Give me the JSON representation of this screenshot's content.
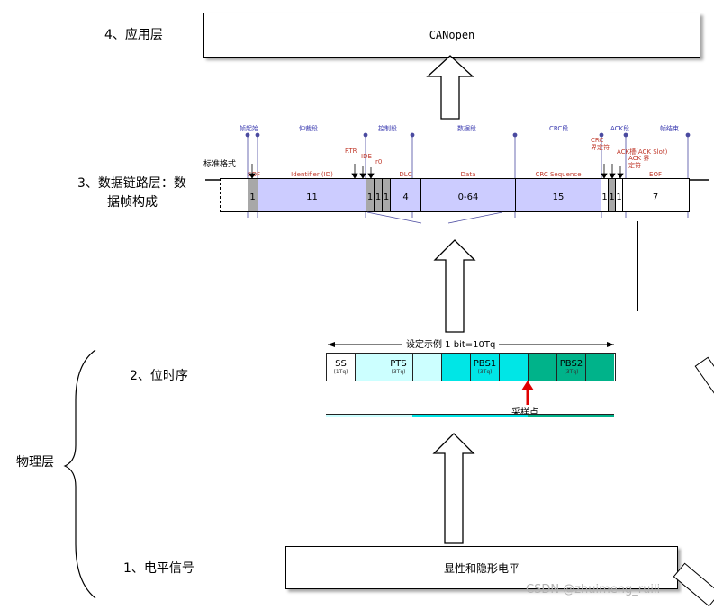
{
  "layers": {
    "application": "4、应用层",
    "datalink_line1": "3、数据链路层：数",
    "datalink_line2": "据帧构成",
    "bit_timing": "2、位时序",
    "physical": "物理层",
    "electrical": "1、电平信号"
  },
  "boxes": {
    "canopen": "CANopen",
    "levels": "显性和隐形电平"
  },
  "frame": {
    "standard_format_label": "标准格式",
    "segment_headers": [
      "帧起始",
      "仲裁段",
      "控制段",
      "数据段",
      "CRC段",
      "ACK段",
      "帧结束"
    ],
    "sub_labels": {
      "rtr": "RTR",
      "ide": "IDE",
      "r0": "r0",
      "crc_delim": "CRC 界定符",
      "ack_slot": "ACK槽(ACK Slot)",
      "ack_delim": "ACK 界定符"
    },
    "fields": [
      {
        "name": "SOF",
        "bits": "1"
      },
      {
        "name": "Identifier (ID)",
        "bits": "11"
      },
      {
        "name": "",
        "bits": "1"
      },
      {
        "name": "",
        "bits": "1"
      },
      {
        "name": "",
        "bits": "1"
      },
      {
        "name": "DLC",
        "bits": "4"
      },
      {
        "name": "Data",
        "bits": "0-64"
      },
      {
        "name": "CRC Sequence",
        "bits": "15"
      },
      {
        "name": "",
        "bits": "1"
      },
      {
        "name": "",
        "bits": "1"
      },
      {
        "name": "",
        "bits": "1"
      },
      {
        "name": "EOF",
        "bits": "7"
      }
    ]
  },
  "bit_timing": {
    "title": "设定示例 1 bit=10Tq",
    "segments": [
      {
        "name": "SS",
        "sub": "(1Tq)"
      },
      {
        "name": "PTS",
        "sub": "(3Tq)"
      },
      {
        "name": "PBS1",
        "sub": "(3Tq)"
      },
      {
        "name": "PBS2",
        "sub": "(3Tq)"
      }
    ],
    "sample_point": "采样点"
  },
  "watermark": "CSDN @zhuimeng_ruili",
  "colors": {
    "lavender": "#ccccff",
    "grey": "#a8a8a8",
    "light_cyan": "#ccffff",
    "cyan": "#00e6e6",
    "teal": "#00b38a",
    "red_arrow": "#e00000"
  }
}
